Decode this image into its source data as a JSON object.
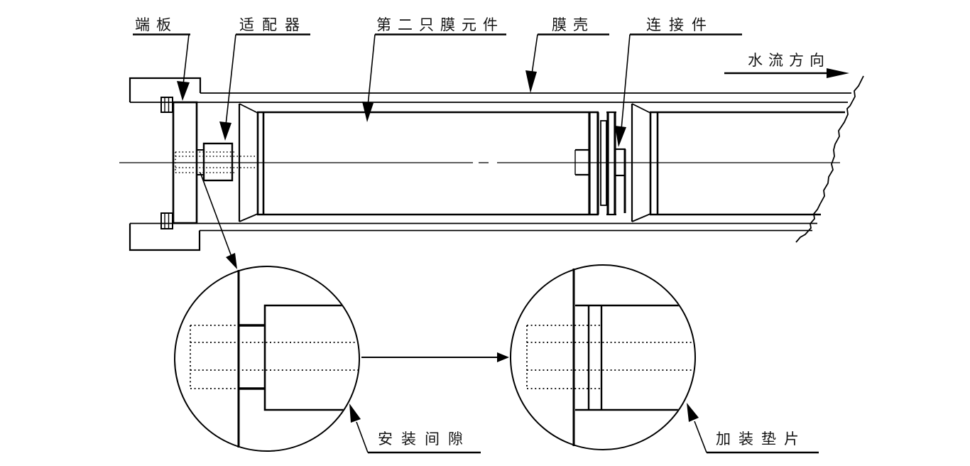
{
  "figure": {
    "background": "#ffffff",
    "line_color": "#000000",
    "part_labels": {
      "end_plate": "端板",
      "adapter": "适配器",
      "second_membrane_element": "第二只膜元件",
      "membrane_vessel": "膜壳",
      "connector": "连接件"
    },
    "flow": {
      "label": "水流方向"
    },
    "details": {
      "installation_gap": "安装间隙",
      "added_shim": "加装垫片"
    }
  }
}
